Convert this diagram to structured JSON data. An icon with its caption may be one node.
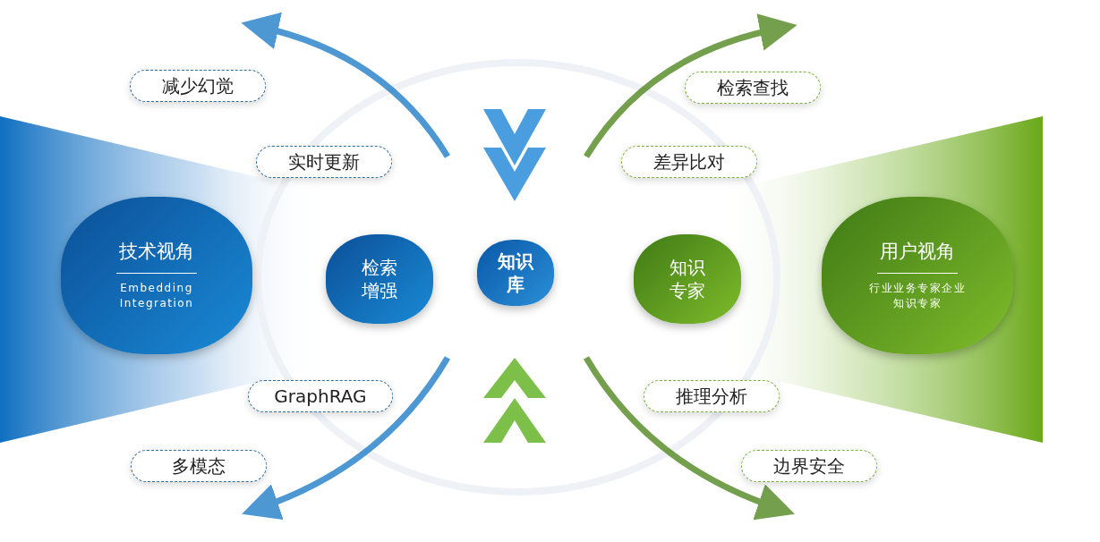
{
  "diagram": {
    "nodes": [
      {
        "text": [
          "减少幻觉"
        ]
      },
      {
        "text": [
          "检索查找"
        ]
      },
      {
        "text": [
          "实时更新"
        ]
      },
      {
        "text": [
          "差异比对"
        ]
      },
      {
        "text": [
          "技术视角",
          "Embedding Integration"
        ]
      },
      {
        "text": [
          "检索增强"
        ]
      },
      {
        "text": [
          "知识库"
        ]
      },
      {
        "text": [
          "知识专家"
        ]
      },
      {
        "text": [
          "用户视角",
          "行业业务专家企业知识专家"
        ]
      },
      {
        "text": [
          "GraphRAG"
        ]
      },
      {
        "text": [
          "推理分析"
        ]
      },
      {
        "text": [
          "多模态"
        ]
      },
      {
        "text": [
          "边界安全"
        ]
      }
    ]
  }
}
